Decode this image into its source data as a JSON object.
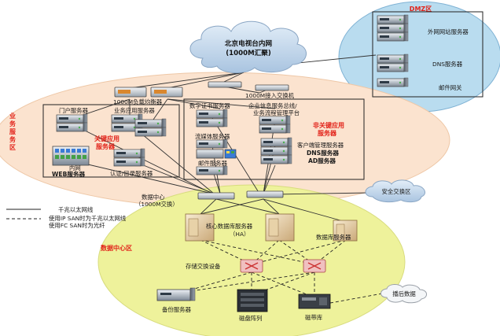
{
  "zones": {
    "dmz": {
      "label": "DMZ区",
      "color": "#e2231a"
    },
    "business": {
      "label": "业务服务区",
      "color": "#e2231a"
    },
    "datacenter": {
      "label": "数据中心区",
      "color": "#e2231a"
    }
  },
  "cloud_intranet": {
    "line1": "北京电视台内网",
    "line2": "(1000M汇聚)"
  },
  "cloud_security": {
    "label": "安全交换区"
  },
  "cloud_backup": {
    "label": "播后数据"
  },
  "dmz_servers": {
    "web": "外网网站服务器",
    "dns": "DNS服务器",
    "mail_gw": "邮件网关"
  },
  "switches": {
    "load_balancer": "1000M负载均衡器",
    "access": "1000M接入交换机",
    "dc_line1": "数据中心",
    "dc_line2": "（1000M交换）",
    "storage": "存储交换设备"
  },
  "key_apps": {
    "title_line1": "关键应用",
    "title_line2": "服务器",
    "portal": "门户服务器",
    "business_app": "业务应用服务器",
    "intranet_web_line1": "内网",
    "intranet_web_line2": "WEB服务器",
    "auth": "认证/目录服务器"
  },
  "non_key_apps": {
    "title_line1": "非关键应用",
    "title_line2": "服务器",
    "cert": "数字证书服务器",
    "esb_line1": "企业信息服务总线/",
    "esb_line2": "业务流程管理平台",
    "media": "流媒体服务器",
    "client_mgmt": "客户端管理服务器",
    "dns": "DNS服务器",
    "ad": "AD服务器",
    "mail": "邮件服务器"
  },
  "datacenter": {
    "core_db_line1": "核心数据库服务器",
    "core_db_line2": "（HA）",
    "db_server": "数据库服务器",
    "backup_server": "备份服务器",
    "disk_array": "磁盘阵列",
    "tape_library": "磁带库"
  },
  "legend": {
    "solid": "千兆以太网线",
    "dashed_line1": "使用IP SAN时为千兆以太网线",
    "dashed_line2": "使用FC SAN时为光纤"
  },
  "colors": {
    "dmz_fill": "#b9dcef",
    "business_fill": "#fbe3cf",
    "datacenter_fill": "#eef29b",
    "cloud_fill": "#c3d8ec",
    "accent_red": "#e2231a"
  }
}
